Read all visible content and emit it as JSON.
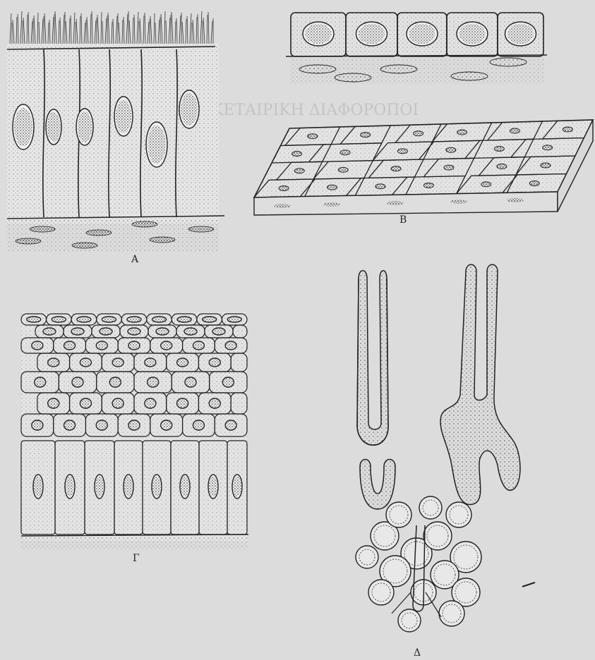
{
  "labels": {
    "a": "A",
    "b": "B",
    "g": "Γ",
    "d": "Δ"
  },
  "background_text": [
    "ΚΕΤΑΙΡΙΚΗ ΔΙΑΦΟΡΟΠΟΙ"
  ]
}
